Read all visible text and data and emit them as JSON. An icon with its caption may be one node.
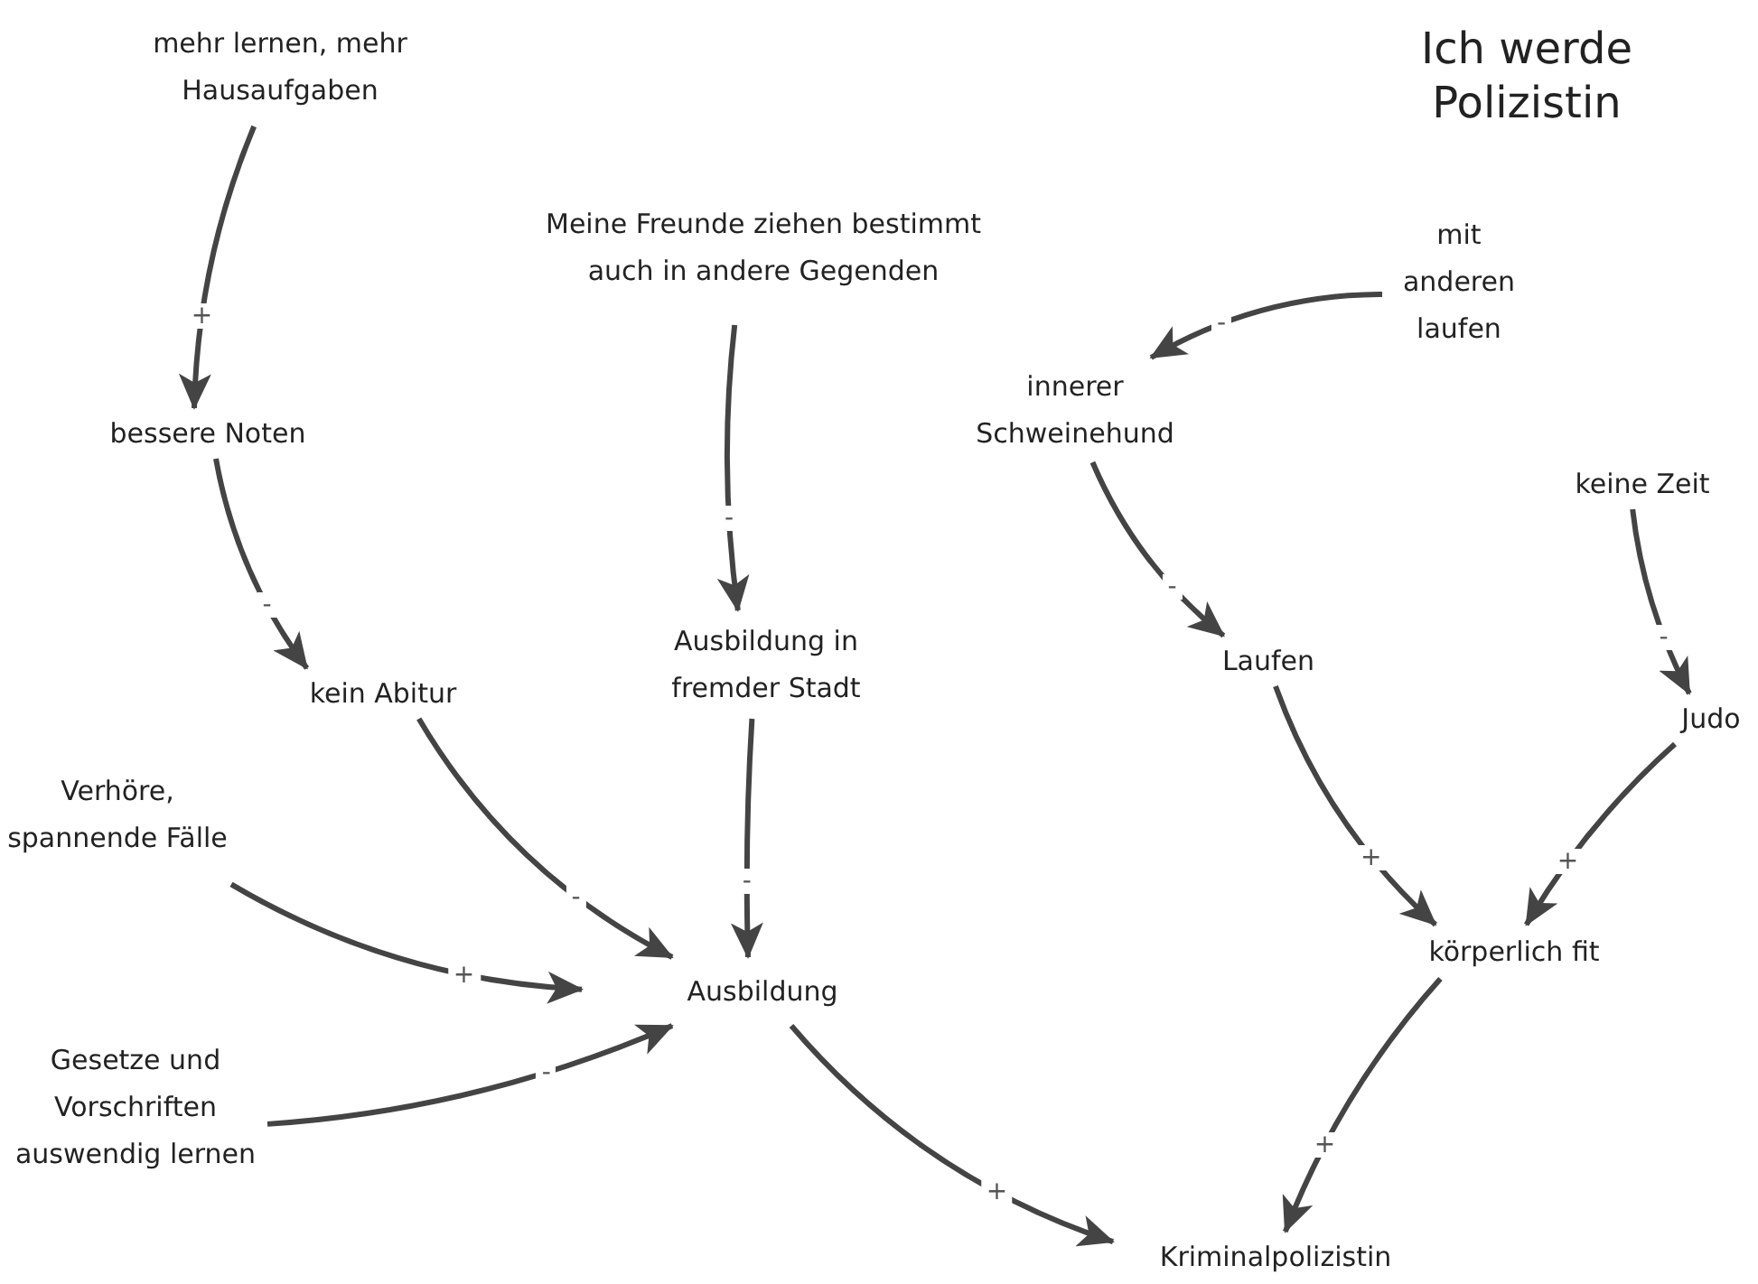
{
  "diagram": {
    "title": "Ich werde Polizistin",
    "nodes": [
      {
        "text": [
          "mehr lernen, mehr Hausaufgaben"
        ]
      },
      {
        "text": [
          "Meine Freunde ziehen bestimmt auch in andere Gegenden"
        ]
      },
      {
        "text": [
          "mit anderen laufen"
        ]
      },
      {
        "text": [
          "bessere Noten"
        ]
      },
      {
        "text": [
          "innerer Schweinehund"
        ]
      },
      {
        "text": [
          "keine Zeit"
        ]
      },
      {
        "text": [
          "kein Abitur"
        ]
      },
      {
        "text": [
          "Ausbildung in fremder Stadt"
        ]
      },
      {
        "text": [
          "Laufen"
        ]
      },
      {
        "text": [
          "Judo"
        ]
      },
      {
        "text": [
          "Verhöre, spannende Fälle"
        ]
      },
      {
        "text": [
          "Ausbildung"
        ]
      },
      {
        "text": [
          "körperlich fit"
        ]
      },
      {
        "text": [
          "Gesetze und Vorschriften auswendig lernen"
        ]
      },
      {
        "text": [
          "Kriminalpolizistin"
        ]
      }
    ],
    "edges": [
      {
        "from": 0,
        "to": 3,
        "arrow": "to",
        "label": "+"
      },
      {
        "from": 3,
        "to": 6,
        "arrow": "to",
        "label": "-"
      },
      {
        "from": 1,
        "to": 7,
        "arrow": "to",
        "label": "-"
      },
      {
        "from": 2,
        "to": 4,
        "arrow": "to",
        "label": "-"
      },
      {
        "from": 4,
        "to": 8,
        "arrow": "to",
        "label": "-"
      },
      {
        "from": 5,
        "to": 9,
        "arrow": "to",
        "label": "-"
      },
      {
        "from": 6,
        "to": 11,
        "arrow": "to",
        "label": "-"
      },
      {
        "from": 7,
        "to": 11,
        "arrow": "to",
        "label": "-"
      },
      {
        "from": 10,
        "to": 11,
        "arrow": "to",
        "label": "+"
      },
      {
        "from": 13,
        "to": 11,
        "arrow": "to",
        "label": "-"
      },
      {
        "from": 8,
        "to": 12,
        "arrow": "to",
        "label": "+"
      },
      {
        "from": 9,
        "to": 12,
        "arrow": "to",
        "label": "+"
      },
      {
        "from": 12,
        "to": 14,
        "arrow": "to",
        "label": "+"
      },
      {
        "from": 11,
        "to": 14,
        "arrow": "to",
        "label": "+"
      }
    ]
  }
}
